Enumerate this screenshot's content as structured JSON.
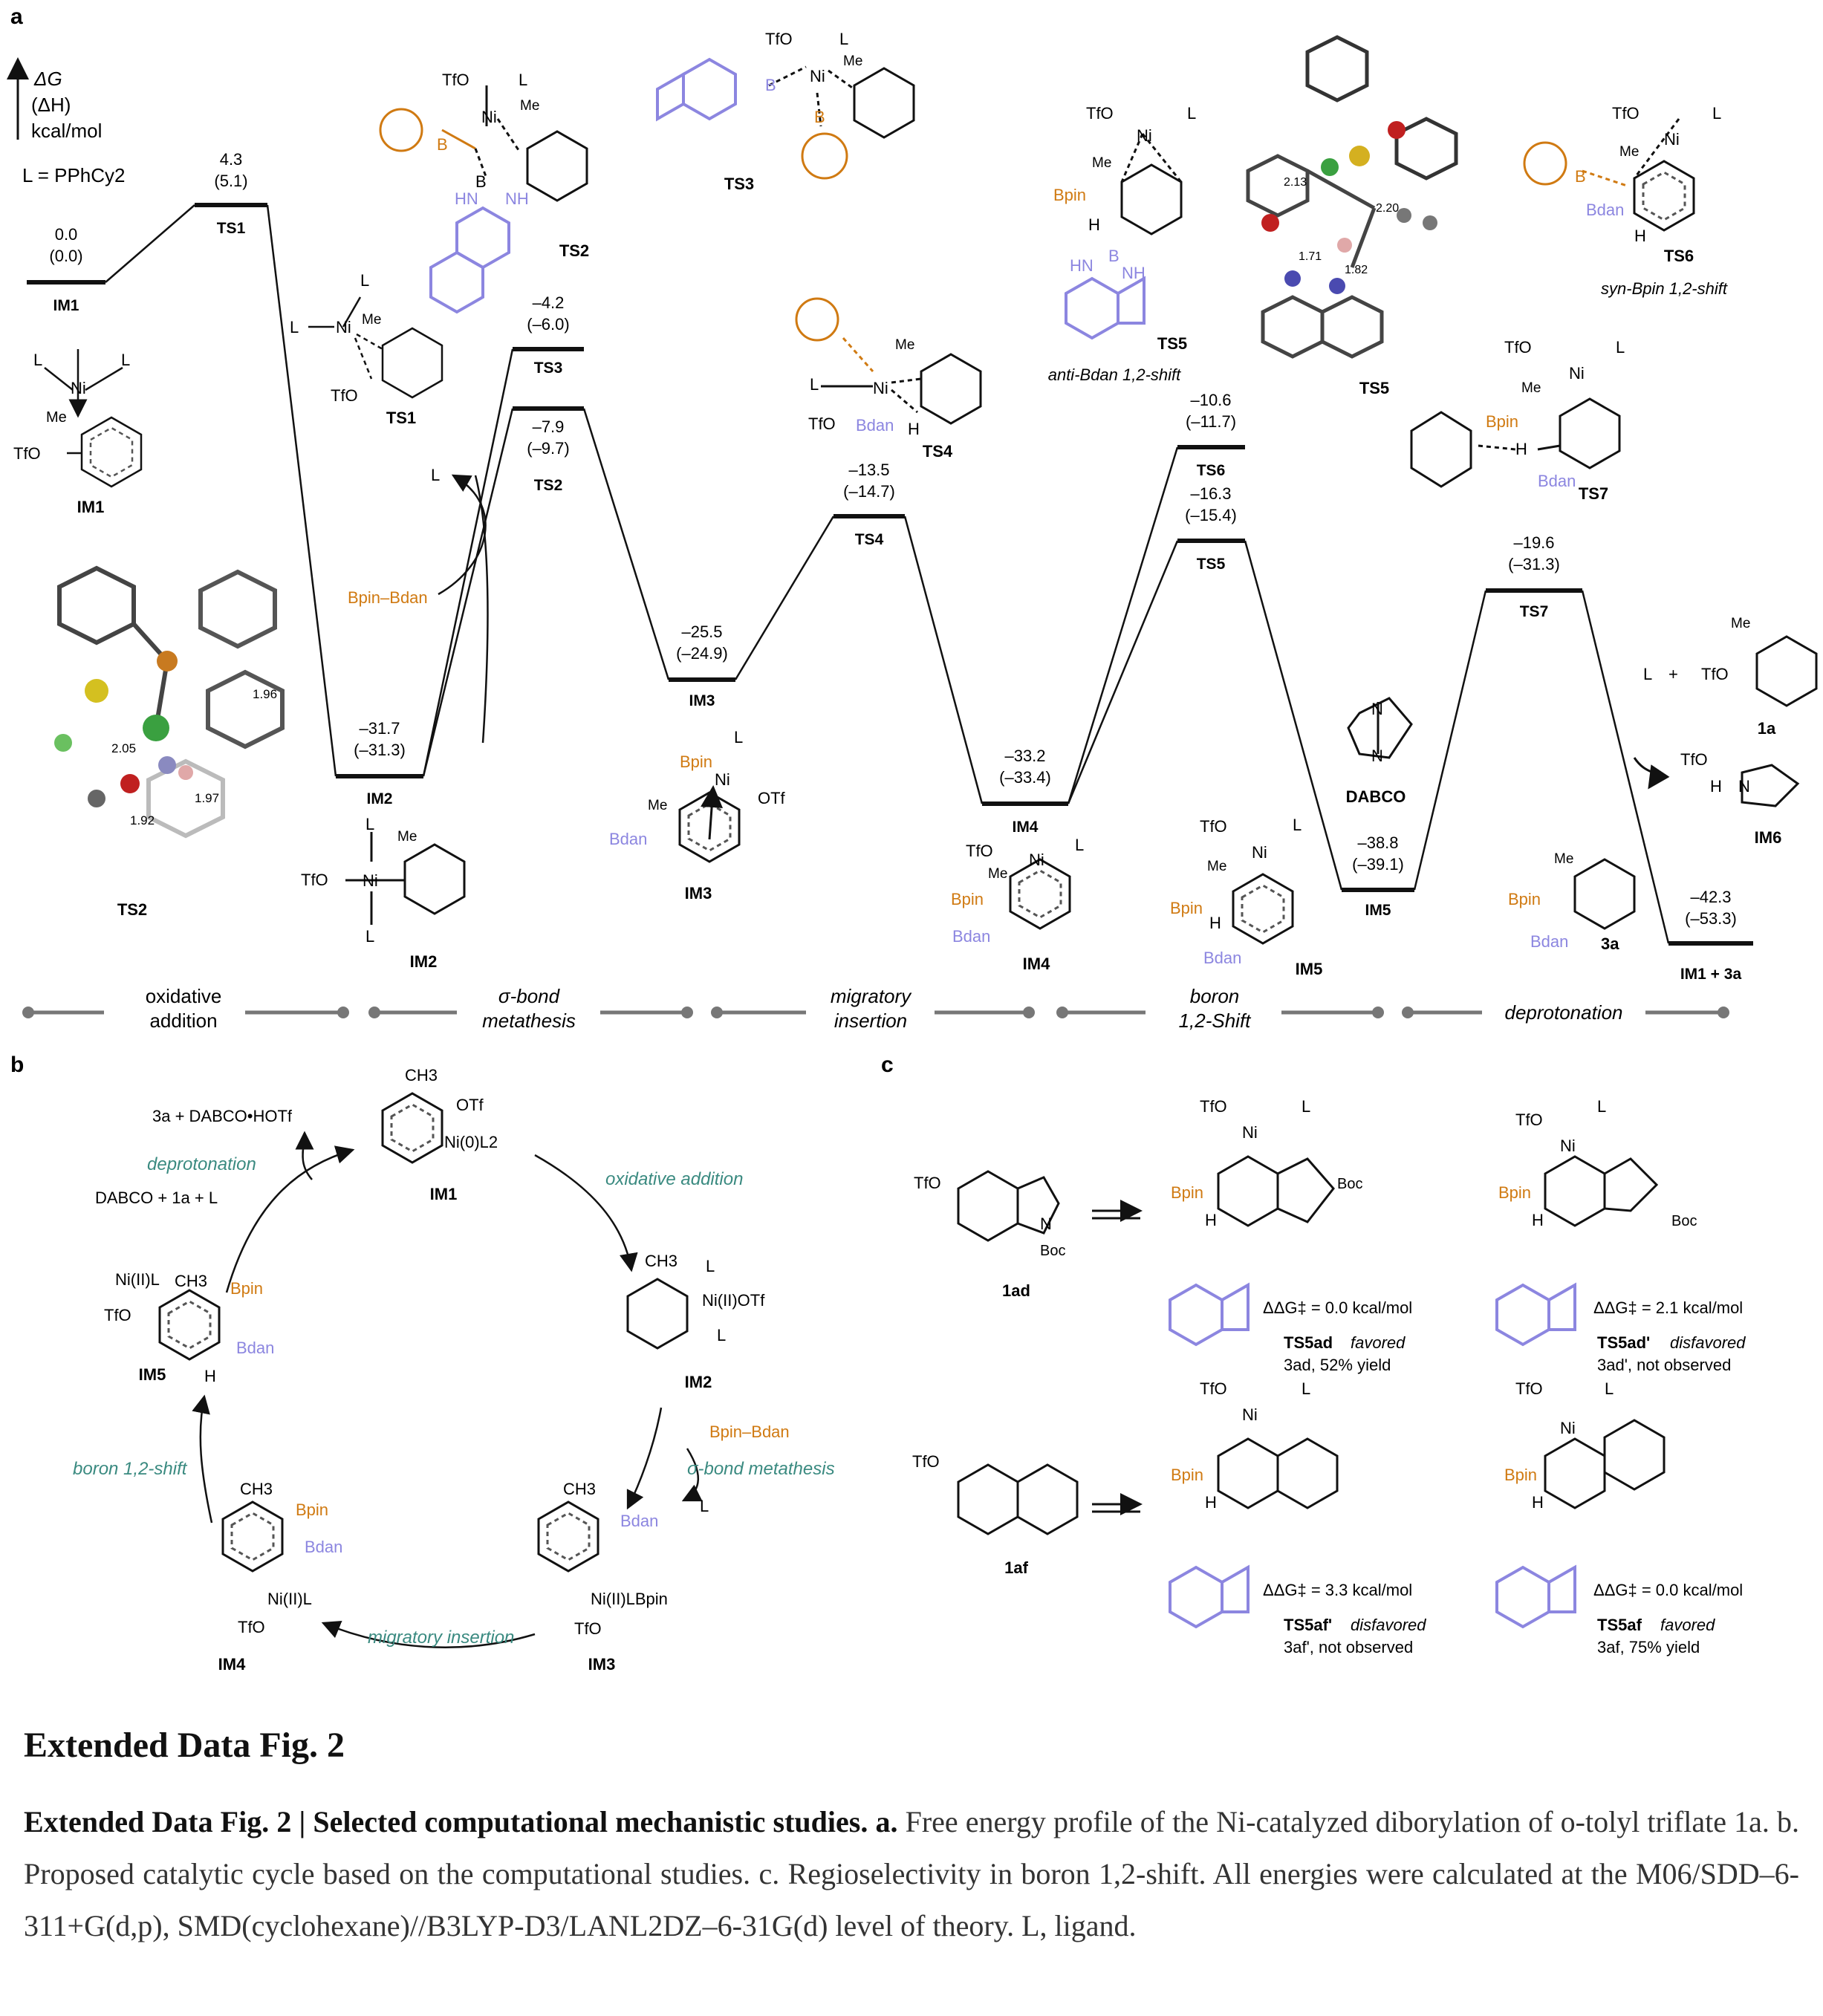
{
  "panels": {
    "a": "a",
    "b": "b",
    "c": "c"
  },
  "axis": {
    "line1": "ΔG",
    "line2": "(ΔH)",
    "line3": "kcal/mol",
    "ligand": "L = PPhCy2"
  },
  "levels": [
    {
      "name": "IM1",
      "dg": "0.0",
      "dh": "(0.0)"
    },
    {
      "name": "TS1",
      "dg": "4.3",
      "dh": "(5.1)"
    },
    {
      "name": "IM2",
      "dg": "–31.7",
      "dh": "(–31.3)"
    },
    {
      "name": "TS3",
      "dg": "–4.2",
      "dh": "(–6.0)"
    },
    {
      "name": "TS2",
      "dg": "–7.9",
      "dh": "(–9.7)"
    },
    {
      "name": "IM3",
      "dg": "–25.5",
      "dh": "(–24.9)"
    },
    {
      "name": "TS4",
      "dg": "–13.5",
      "dh": "(–14.7)"
    },
    {
      "name": "IM4",
      "dg": "–33.2",
      "dh": "(–33.4)"
    },
    {
      "name": "TS6",
      "dg": "–10.6",
      "dh": "(–11.7)"
    },
    {
      "name": "TS5",
      "dg": "–16.3",
      "dh": "(–15.4)"
    },
    {
      "name": "IM5",
      "dg": "–38.8",
      "dh": "(–39.1)"
    },
    {
      "name": "TS7",
      "dg": "–19.6",
      "dh": "(–31.3)"
    },
    {
      "name": "IM1 + 3a",
      "dg": "–42.3",
      "dh": "(–53.3)"
    }
  ],
  "stages": [
    {
      "l1": "oxidative",
      "l2": "addition"
    },
    {
      "l1": "σ-bond",
      "l2": "metathesis"
    },
    {
      "l1": "migratory",
      "l2": "insertion"
    },
    {
      "l1": "boron",
      "l2": "1,2-Shift"
    },
    {
      "l1": "deprotonation",
      "l2": ""
    }
  ],
  "struct_labels": {
    "ts1": "TS1",
    "ts2": "TS2",
    "ts3": "TS3",
    "ts4": "TS4",
    "ts5": "TS5",
    "ts6": "TS6",
    "ts7": "TS7",
    "im1": "IM1",
    "im2": "IM2",
    "im3": "IM3",
    "im4": "IM4",
    "im5": "IM5",
    "im6": "IM6",
    "ts5_3d": "TS5",
    "ts2_3d": "TS2",
    "anti": "anti-Bdan 1,2-shift",
    "syn": "syn-Bpin 1,2-shift",
    "dabco": "DABCO",
    "cmp_1a": "1a",
    "cmp_3a": "3a",
    "reagent": "Bpin–Bdan",
    "L": "L",
    "plus": "+"
  },
  "atoms": {
    "tfo": "TfO",
    "ni": "Ni",
    "me": "Me",
    "bpin": "Bpin",
    "bdan": "Bdan",
    "otf": "OTf",
    "b": "B",
    "hn": "HN",
    "nh": "NH",
    "h": "H",
    "n": "N"
  },
  "bond_lengths": {
    "a": "1.96",
    "b": "2.05",
    "c": "1.92",
    "d": "1.97",
    "e": "2.13",
    "f": "2.20",
    "g": "1.71",
    "h": "1.82"
  },
  "cycle": {
    "im1_sub": "Ni(0)L2",
    "im1_otf": "OTf",
    "ch3": "CH3",
    "im2_sub": "Ni(II)OTf",
    "im3_sub": "Ni(II)LBpin",
    "im4_sub": "Ni(II)L",
    "im5_sub": "Ni(II)L",
    "step_oa": "oxidative addition",
    "step_sbm": "σ-bond metathesis",
    "step_mi": "migratory insertion",
    "step_bs": "boron 1,2-shift",
    "step_dp": "deprotonation",
    "top_left": "3a + DABCO•HOTf",
    "mid_left": "DABCO + 1a + L"
  },
  "panel_c": {
    "s1": "1ad",
    "s2": "1af",
    "boc": "Boc",
    "ts5ad_dg": "ΔΔG‡ = 0.0 kcal/mol",
    "ts5ad_name": "TS5ad",
    "ts5ad_tag": "favored",
    "ts5ad_prod": "3ad, 52% yield",
    "ts5adp_dg": "ΔΔG‡ = 2.1 kcal/mol",
    "ts5adp_name": "TS5ad'",
    "ts5adp_tag": "disfavored",
    "ts5adp_prod": "3ad', not observed",
    "ts5afp_dg": "ΔΔG‡ = 3.3 kcal/mol",
    "ts5afp_name": "TS5af'",
    "ts5afp_tag": "disfavored",
    "ts5afp_prod": "3af',  not observed",
    "ts5af_dg": "ΔΔG‡ = 0.0 kcal/mol",
    "ts5af_name": "TS5af",
    "ts5af_tag": "favored",
    "ts5af_prod": "3af, 75% yield"
  },
  "caption": {
    "title": "Extended Data Fig. 2",
    "lead": "Extended Data Fig. 2 | Selected computational mechanistic studies. a.",
    "text": " Free energy profile of the Ni-catalyzed diborylation of o-tolyl triflate 1a. b. Proposed catalytic cycle based on the computational studies. c. Regioselectivity in boron 1,2-shift. All energies were calculated at the M06/SDD–6-311+G(d,p), SMD(cyclohexane)//B3LYP-D3/LANL2DZ–6-31G(d) level of theory. L, ligand."
  },
  "colors": {
    "bpin": "#d07a12",
    "bdan": "#8c86e0",
    "cycle_text": "#3a8a80",
    "ni_3d": "#3aa040"
  }
}
